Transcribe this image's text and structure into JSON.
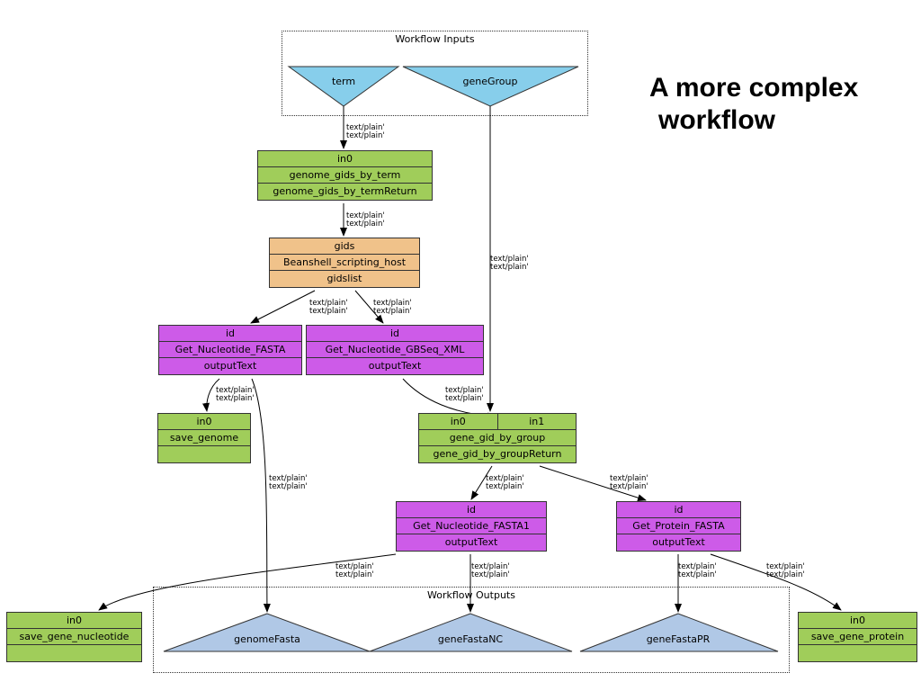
{
  "slide": {
    "title_line1": "A more complex",
    "title_line2": "workflow"
  },
  "clusters": {
    "inputs_label": "Workflow Inputs",
    "outputs_label": "Workflow Outputs"
  },
  "inputs": [
    {
      "label": "term"
    },
    {
      "label": "geneGroup"
    }
  ],
  "outputs": [
    {
      "label": "genomeFasta"
    },
    {
      "label": "geneFastaNC"
    },
    {
      "label": "geneFastaPR"
    }
  ],
  "processors": {
    "genome_gids_by_term": {
      "in": "in0",
      "name": "genome_gids_by_term",
      "out": "genome_gids_by_termReturn"
    },
    "beanshell": {
      "in": "gids",
      "name": "Beanshell_scripting_host",
      "out": "gidslist"
    },
    "get_nucleotide_fasta": {
      "in": "id",
      "name": "Get_Nucleotide_FASTA",
      "out": "outputText"
    },
    "get_nucleotide_gbseq_xml": {
      "in": "id",
      "name": "Get_Nucleotide_GBSeq_XML",
      "out": "outputText"
    },
    "save_genome": {
      "in": "in0",
      "name": "save_genome"
    },
    "gene_gid_by_group": {
      "in0": "in0",
      "in1": "in1",
      "name": "gene_gid_by_group",
      "out": "gene_gid_by_groupReturn"
    },
    "get_nucleotide_fasta1": {
      "in": "id",
      "name": "Get_Nucleotide_FASTA1",
      "out": "outputText"
    },
    "get_protein_fasta": {
      "in": "id",
      "name": "Get_Protein_FASTA",
      "out": "outputText"
    },
    "save_gene_nucleotide": {
      "in": "in0",
      "name": "save_gene_nucleotide"
    },
    "save_gene_protein": {
      "in": "in0",
      "name": "save_gene_protein"
    }
  },
  "edge_label": {
    "line1": "text/plain'",
    "line2": "text/plain'"
  },
  "colors": {
    "input_fill": "#87ceeb",
    "output_fill": "#b0c8e6",
    "green": "#a0cd5a",
    "orange": "#f0c28a",
    "purple": "#cd5be8"
  }
}
